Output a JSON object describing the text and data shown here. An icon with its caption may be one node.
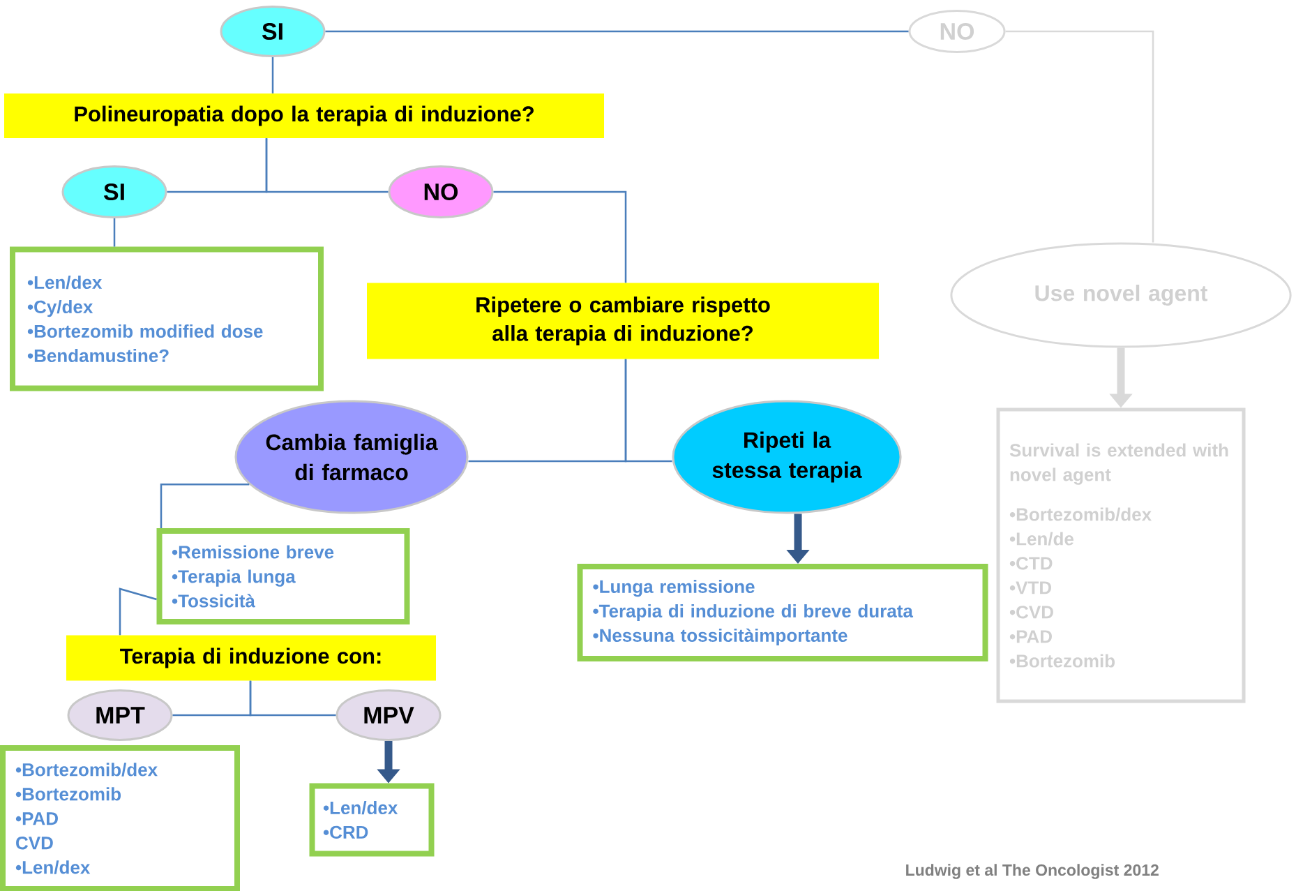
{
  "diagram": {
    "nodes": [
      {
        "text": [
          "SI"
        ]
      },
      {
        "text": [
          "NO"
        ]
      },
      {
        "text": [
          "Polineuropatia dopo la terapia di induzione?"
        ]
      },
      {
        "text": [
          "SI"
        ]
      },
      {
        "text": [
          "NO"
        ]
      },
      {
        "text": [
          "•Len/dex",
          "•Cy/dex",
          "•Bortezomib modified dose",
          "•Bendamustine?"
        ]
      },
      {
        "text": [
          "Ripetere o cambiare rispetto alla terapia di induzione?"
        ]
      },
      {
        "text": [
          "Use novel agent"
        ]
      },
      {
        "text": [
          "Survival is extended with novel agent",
          "•Bortezomib/dex",
          "•Len/de",
          "•CTD",
          "•VTD",
          "•CVD",
          "•PAD",
          "•Bortezomib"
        ]
      },
      {
        "text": [
          "Cambia famiglia di farmaco"
        ]
      },
      {
        "text": [
          "Ripeti la stessa terapia"
        ]
      },
      {
        "text": [
          "•Remissione breve",
          "•Terapia lunga",
          "•Tossicità"
        ]
      },
      {
        "text": [
          "•Lunga remissione",
          "•Terapia di induzione di breve durata",
          "•Nessuna tossicitàimportante"
        ]
      },
      {
        "text": [
          "Terapia di induzione con:"
        ]
      },
      {
        "text": [
          "MPT"
        ]
      },
      {
        "text": [
          "MPV"
        ]
      },
      {
        "text": [
          "•Bortezomib/dex",
          "•Bortezomib",
          "•PAD",
          "CVD",
          "•Len/dex"
        ]
      },
      {
        "text": [
          "•Len/dex",
          "•CRD"
        ]
      }
    ],
    "edges": [
      {
        "from": 0,
        "to": 1,
        "arrow": "none"
      },
      {
        "from": 0,
        "to": 2,
        "arrow": "none"
      },
      {
        "from": 2,
        "to": 3,
        "arrow": "none"
      },
      {
        "from": 2,
        "to": 4,
        "arrow": "none"
      },
      {
        "from": 3,
        "to": 5,
        "arrow": "none"
      },
      {
        "from": 4,
        "to": 6,
        "arrow": "none"
      },
      {
        "from": 1,
        "to": 7,
        "arrow": "none",
        "color": "#d9d9d9"
      },
      {
        "from": 7,
        "to": 8,
        "arrow": "to",
        "style": "thick",
        "color": "#d9d9d9"
      },
      {
        "from": 6,
        "to": 9,
        "arrow": "none"
      },
      {
        "from": 6,
        "to": 10,
        "arrow": "none"
      },
      {
        "from": 9,
        "to": 11,
        "arrow": "none"
      },
      {
        "from": 10,
        "to": 12,
        "arrow": "to",
        "style": "thick",
        "color": "#35598a"
      },
      {
        "from": 11,
        "to": 13,
        "arrow": "none"
      },
      {
        "from": 13,
        "to": 14,
        "arrow": "none"
      },
      {
        "from": 13,
        "to": 15,
        "arrow": "none"
      },
      {
        "from": 15,
        "to": 17,
        "arrow": "to",
        "style": "thick",
        "color": "#35598a"
      }
    ],
    "labels": [
      "Ludwig et al The Oncologist 2012"
    ]
  }
}
